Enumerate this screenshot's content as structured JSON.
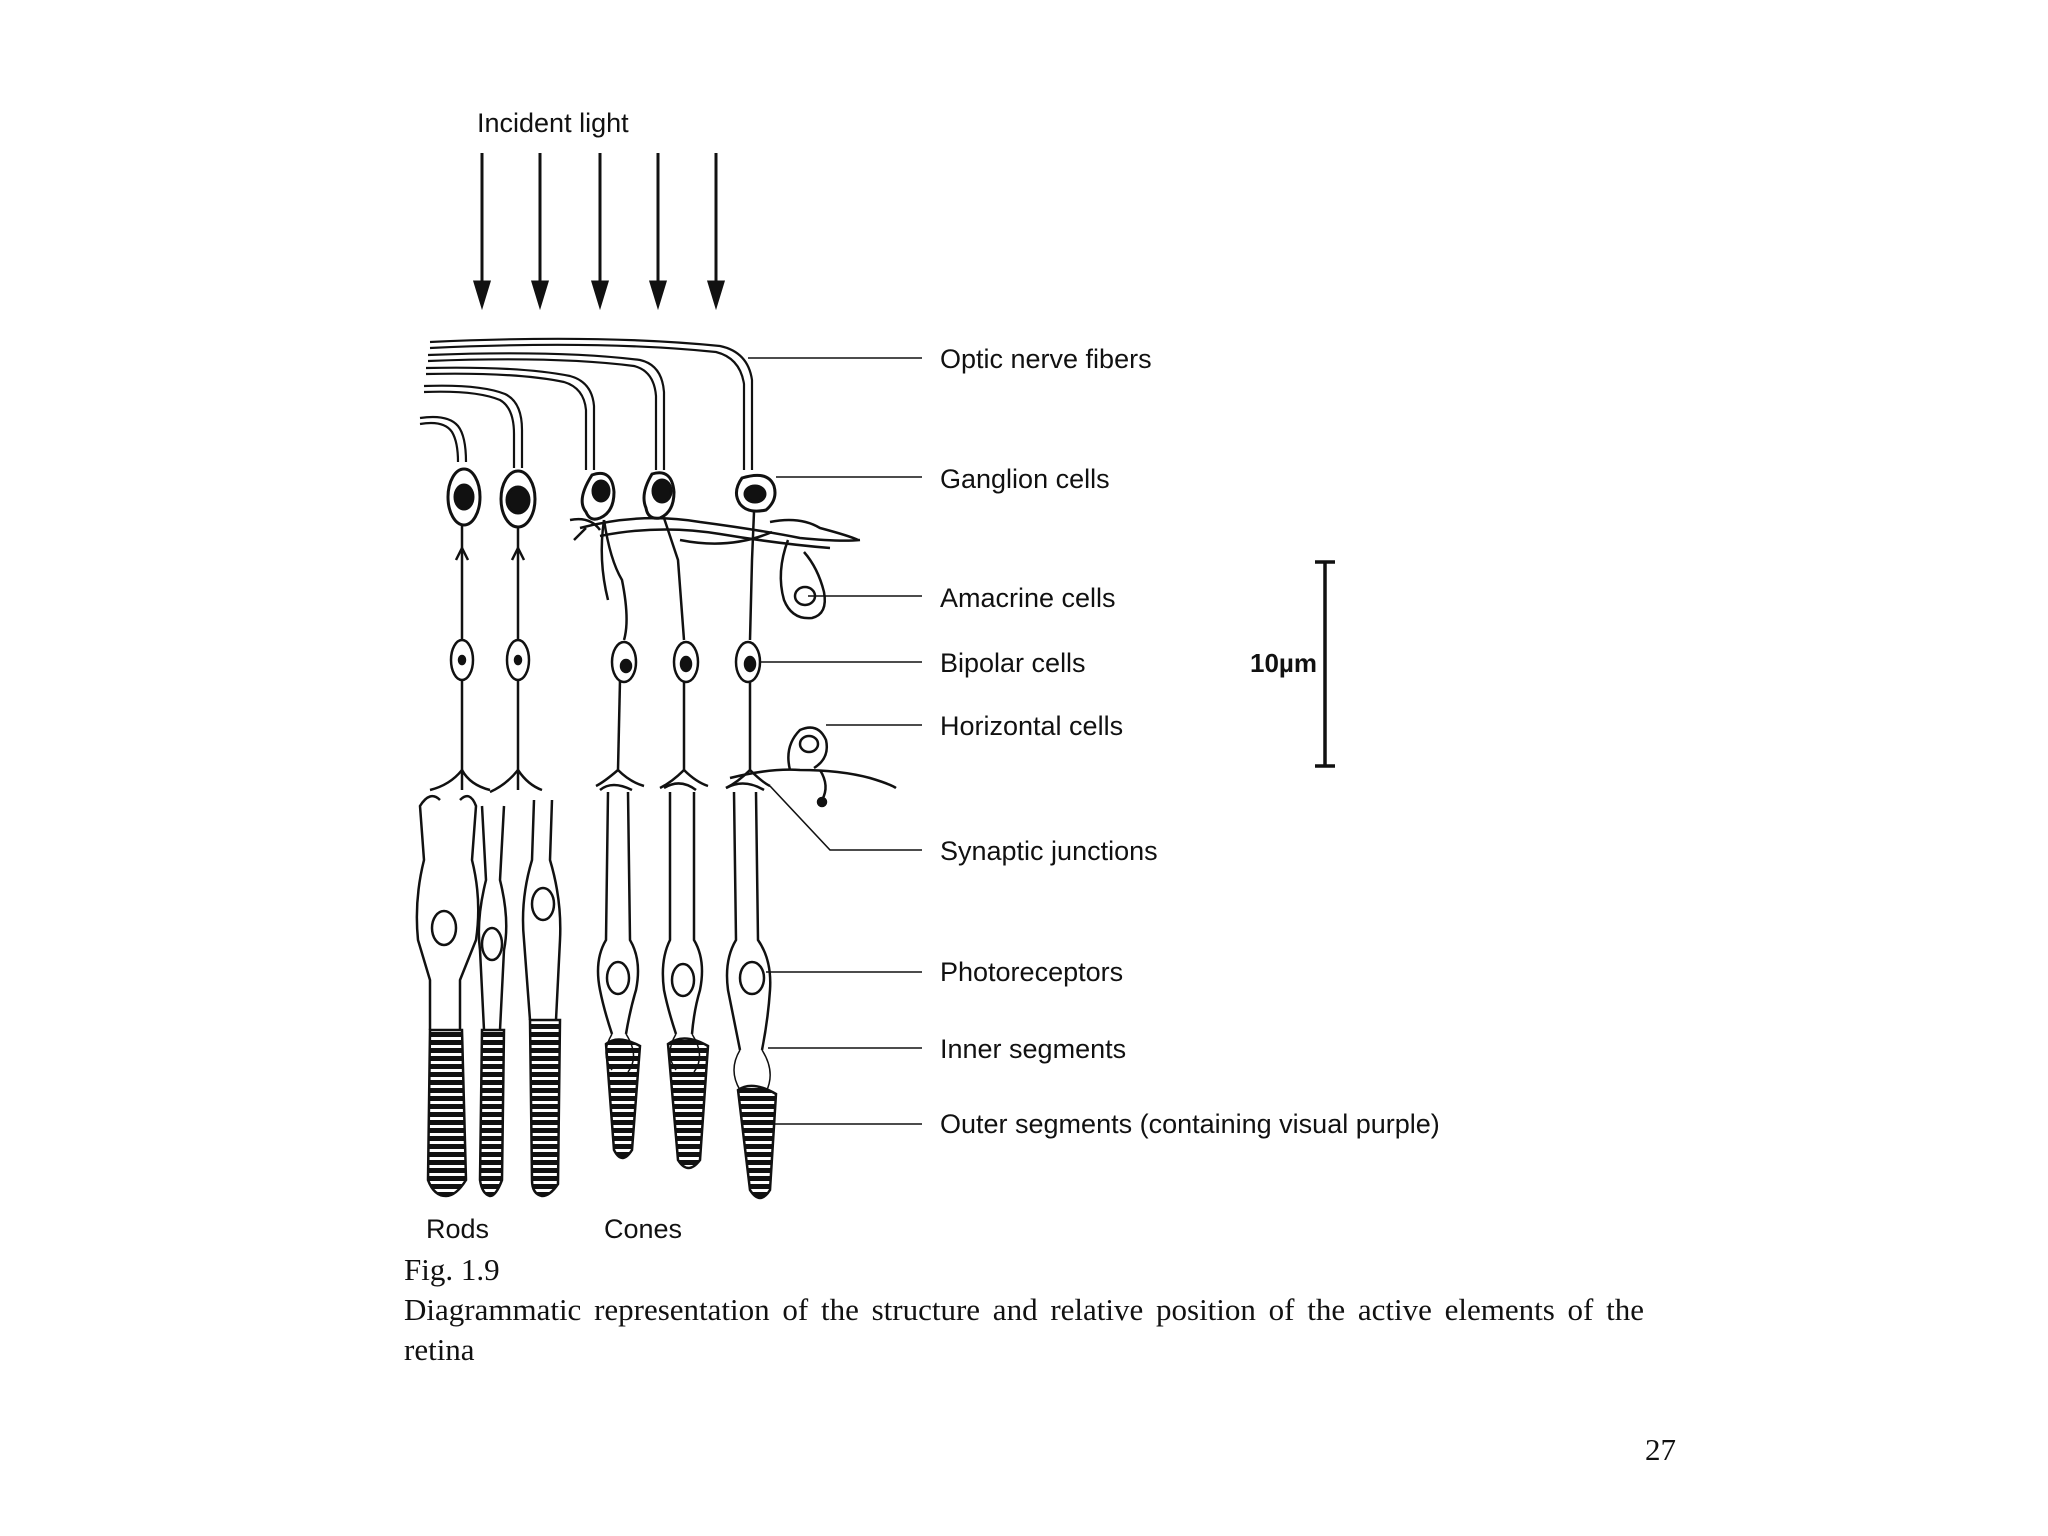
{
  "diagram": {
    "incident_light": "Incident light",
    "labels": {
      "optic_nerve_fibers": "Optic nerve fibers",
      "ganglion_cells": "Ganglion cells",
      "amacrine_cells": "Amacrine cells",
      "bipolar_cells": "Bipolar cells",
      "horizontal_cells": "Horizontal cells",
      "synaptic_junctions": "Synaptic junctions",
      "photoreceptors": "Photoreceptors",
      "inner_segments": "Inner segments",
      "outer_segments": "Outer segments (containing visual purple)"
    },
    "rods_label": "Rods",
    "cones_label": "Cones",
    "scale_bar_label": "10µm"
  },
  "caption": {
    "figure_number": "Fig. 1.9",
    "text": "Diagrammatic representation of the structure and relative position of the active elements of the retina"
  },
  "page_number": "27"
}
